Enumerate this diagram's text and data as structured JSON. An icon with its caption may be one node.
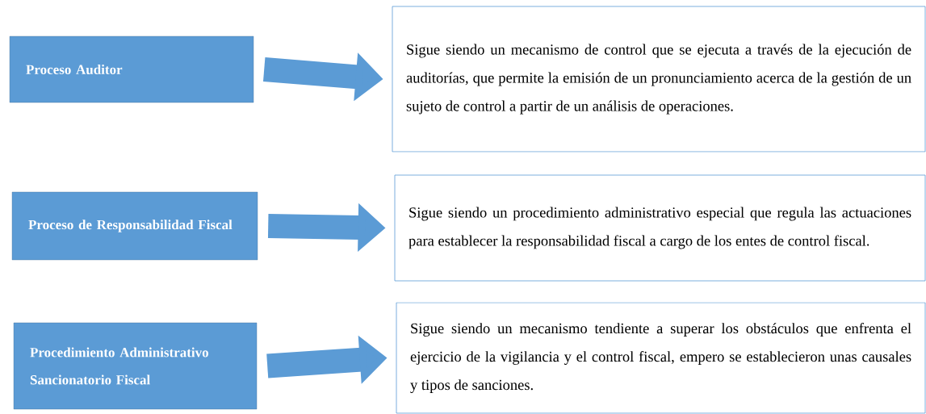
{
  "diagram": {
    "nodes": [
      {
        "text": [
          "Proceso Auditor"
        ]
      },
      {
        "text": [
          "Sigue siendo un mecanismo de control que se ejecuta a través de la ejecución de auditorías, que permite la emisión de un pronunciamiento acerca de la gestión de un sujeto de control a partir de un análisis de operaciones."
        ]
      },
      {
        "text": [
          "Proceso de Responsabilidad Fiscal"
        ]
      },
      {
        "text": [
          "Sigue siendo un procedimiento administrativo especial que regula las actuaciones para establecer la responsabilidad fiscal a cargo de los entes de control fiscal."
        ]
      },
      {
        "text": [
          "Procedimiento Administrativo Sancionatorio Fiscal"
        ]
      },
      {
        "text": [
          "Sigue siendo un mecanismo tendiente a superar los obstáculos que enfrenta el ejercicio de la vigilancia y el control fiscal, empero se establecieron unas causales y tipos de sanciones."
        ]
      }
    ],
    "edges": [
      {
        "from": 0,
        "to": 1,
        "arrow": "to"
      },
      {
        "from": 2,
        "to": 3,
        "arrow": "to"
      },
      {
        "from": 4,
        "to": 5,
        "arrow": "to"
      }
    ]
  }
}
